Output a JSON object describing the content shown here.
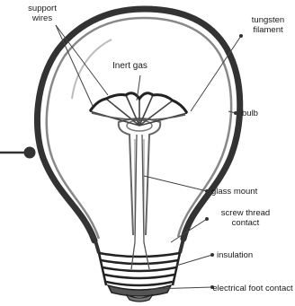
{
  "labels": {
    "support_wires": "support wires",
    "inert_gas": "Inert gas",
    "tungsten_filament": "tungsten filament",
    "bulb": "bulb",
    "glass_mount": "glass mount",
    "screw_thread_contact": "screw thread contact",
    "insulation": "insulation",
    "electrical_foot_contact": "electrical foot contact"
  }
}
